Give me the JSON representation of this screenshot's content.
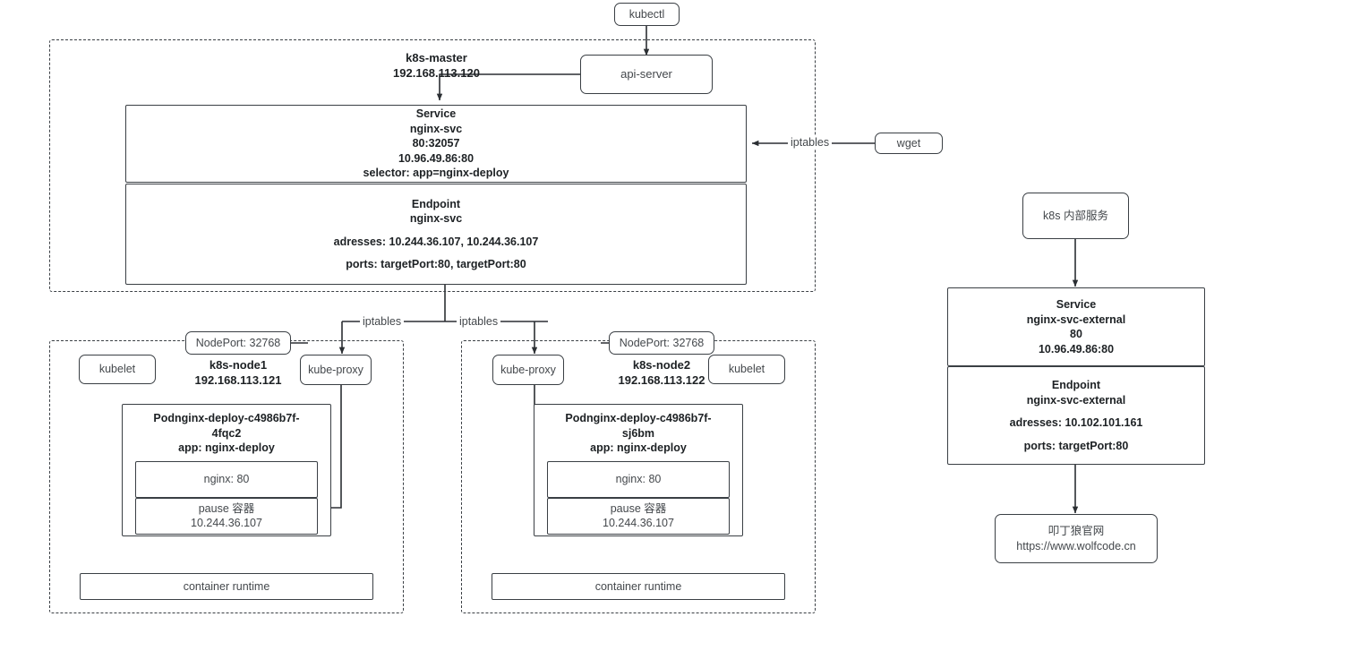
{
  "diagram": {
    "title": "kubernetes service / endpoint traffic flow",
    "colors": {
      "stroke": "#3a3f44",
      "text": "#44484c",
      "bold_text": "#1d2124",
      "background": "#ffffff"
    }
  },
  "top": {
    "kubectl": "kubectl",
    "api_server": "api-server"
  },
  "master": {
    "name": "k8s-master",
    "ip": "192.168.113.120",
    "service": {
      "title": "Service",
      "name": "nginx-svc",
      "ports": "80:32057",
      "cluster_ip": "10.96.49.86:80",
      "selector": "selector: app=nginx-deploy"
    },
    "endpoint": {
      "title": "Endpoint",
      "name": "nginx-svc",
      "addresses": "adresses: 10.244.36.107, 10.244.36.107",
      "ports": "ports: targetPort:80, targetPort:80"
    }
  },
  "external_client": {
    "wget": "wget",
    "iptables_label": "iptables"
  },
  "edges": {
    "iptables_left": "iptables",
    "iptables_right": "iptables"
  },
  "node1": {
    "name": "k8s-node1",
    "ip": "192.168.113.121",
    "nodeport": "NodePort: 32768",
    "kubelet": "kubelet",
    "kube_proxy": "kube-proxy",
    "container_runtime": "container runtime",
    "pod": {
      "title_line1": "Podnginx-deploy-c4986b7f-",
      "title_line2": "4fqc2",
      "app": "app: nginx-deploy",
      "containers": [
        {
          "name": "nginx: 80",
          "ip": ""
        },
        {
          "name": "pause 容器",
          "ip": "10.244.36.107"
        }
      ]
    }
  },
  "node2": {
    "name": "k8s-node2",
    "ip": "192.168.113.122",
    "nodeport": "NodePort: 32768",
    "kubelet": "kubelet",
    "kube_proxy": "kube-proxy",
    "container_runtime": "container runtime",
    "pod": {
      "title_line1": "Podnginx-deploy-c4986b7f-",
      "title_line2": "sj6bm",
      "app": "app: nginx-deploy",
      "containers": [
        {
          "name": "nginx: 80",
          "ip": ""
        },
        {
          "name": "pause 容器",
          "ip": "10.244.36.107"
        }
      ]
    }
  },
  "external": {
    "internal_service": "k8s 内部服务",
    "service": {
      "title": "Service",
      "name": "nginx-svc-external",
      "port": "80",
      "cluster_ip": "10.96.49.86:80"
    },
    "endpoint": {
      "title": "Endpoint",
      "name": "nginx-svc-external",
      "addresses": "adresses: 10.102.101.161",
      "ports": "ports: targetPort:80"
    },
    "site": {
      "name": "叩丁狼官网",
      "url": "https://www.wolfcode.cn"
    }
  }
}
